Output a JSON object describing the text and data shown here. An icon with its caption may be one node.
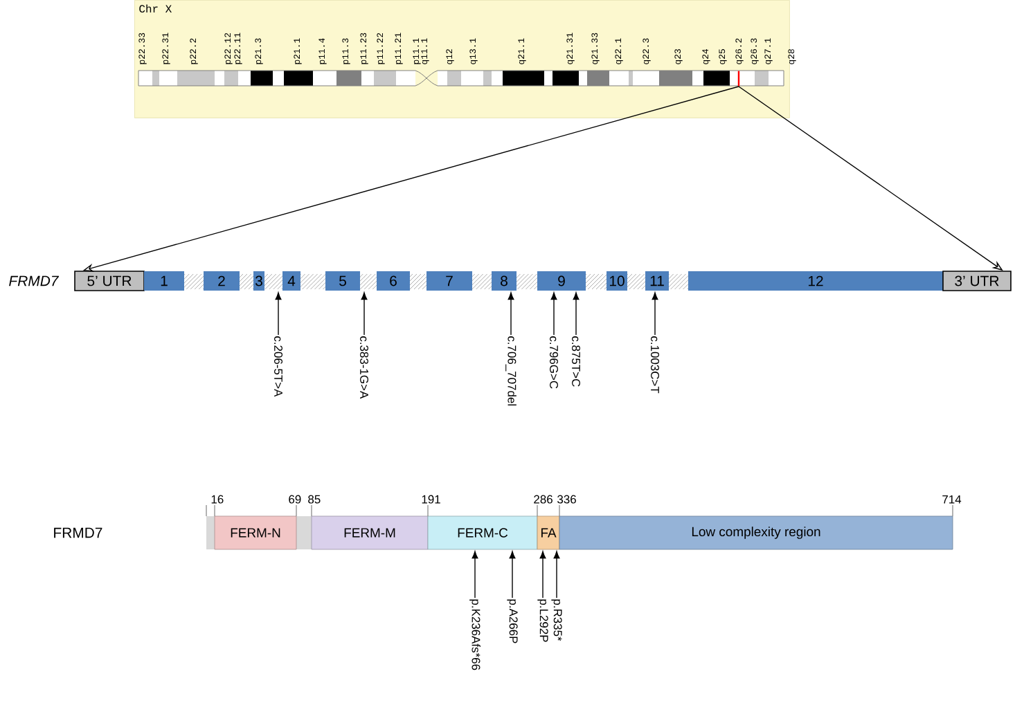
{
  "diagram": {
    "nodes": [
      {
        "text": [
          "Chr X"
        ]
      },
      {
        "text": [],
        "shape": "bar",
        "in": 0
      },
      {
        "text": [
          "5’ UTR"
        ]
      },
      {
        "text": [
          "1"
        ]
      },
      {
        "text": [
          "2"
        ]
      },
      {
        "text": [
          "3"
        ]
      },
      {
        "text": [
          "4"
        ]
      },
      {
        "text": [
          "5"
        ]
      },
      {
        "text": [
          "6"
        ]
      },
      {
        "text": [
          "7"
        ]
      },
      {
        "text": [
          "8"
        ]
      },
      {
        "text": [
          "9"
        ]
      },
      {
        "text": [
          "10"
        ]
      },
      {
        "text": [
          "11"
        ]
      },
      {
        "text": [
          "12"
        ]
      },
      {
        "text": [
          "3’ UTR"
        ]
      },
      {
        "text": [
          "c.206-5T>A"
        ]
      },
      {
        "text": [
          "c.383-1G>A"
        ]
      },
      {
        "text": [
          "c.706_707del"
        ]
      },
      {
        "text": [
          "c.796G>C"
        ]
      },
      {
        "text": [
          "c.875T>C"
        ]
      },
      {
        "text": [
          "c.1003C>T"
        ]
      },
      {
        "text": [
          "FERM-N"
        ],
        "beside": [
          "16",
          "69"
        ]
      },
      {
        "text": [
          "FERM-M"
        ],
        "beside": [
          "85",
          "191"
        ]
      },
      {
        "text": [
          "FERM-C"
        ]
      },
      {
        "text": [
          "FA"
        ],
        "beside": [
          "286",
          "336"
        ]
      },
      {
        "text": [
          "Low complexity region"
        ],
        "beside": [
          "714"
        ]
      },
      {
        "text": [
          "p.K236Afs*66"
        ]
      },
      {
        "text": [
          "p.A266P"
        ]
      },
      {
        "text": [
          "p.L292P"
        ]
      },
      {
        "text": [
          "p.R335*"
        ]
      }
    ],
    "edges": [
      {
        "from": 1,
        "to": 2,
        "arrow": "to"
      },
      {
        "from": 1,
        "to": 15,
        "arrow": "to"
      },
      {
        "from": 16,
        "to": 6,
        "arrow": "to"
      },
      {
        "from": 17,
        "to": 7,
        "arrow": "to"
      },
      {
        "from": 18,
        "to": 10,
        "arrow": "to"
      },
      {
        "from": 19,
        "to": 11,
        "arrow": "to"
      },
      {
        "from": 20,
        "to": 11,
        "arrow": "to"
      },
      {
        "from": 21,
        "to": 13,
        "arrow": "to"
      },
      {
        "from": 27,
        "to": 24,
        "arrow": "to"
      },
      {
        "from": 28,
        "to": 24,
        "arrow": "to"
      },
      {
        "from": 29,
        "to": 25,
        "arrow": "to"
      },
      {
        "from": 30,
        "to": 25,
        "arrow": "to"
      }
    ],
    "labels": [
      "p22.33",
      "p22.31",
      "p22.2",
      "p22.12",
      "p22.11",
      "p21.3",
      "p21.1",
      "p11.4",
      "p11.3",
      "p11.23",
      "p11.22",
      "p11.21",
      "p11.1",
      "q11.1",
      "q12",
      "q13.1",
      "q21.1",
      "q21.31",
      "q21.33",
      "q22.1",
      "q22.3",
      "q23",
      "q24",
      "q25",
      "q26.2",
      "q26.3",
      "q27.1",
      "q28",
      "FRMD7",
      "FRMD7"
    ]
  }
}
